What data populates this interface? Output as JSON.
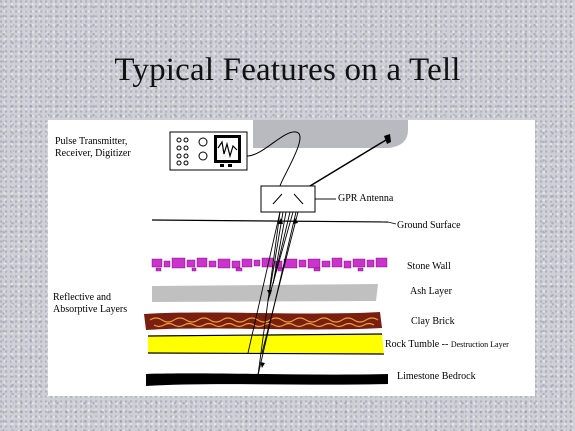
{
  "slide": {
    "title": "Typical Features on a Tell"
  },
  "diagram": {
    "equipment": {
      "line1": "Pulse Transmitter,",
      "line2": "Receiver, Digitizer"
    },
    "antenna": "GPR Antenna",
    "ground_surface": "Ground Surface",
    "side_note": {
      "line1": "Reflective and",
      "line2": "Absorptive Layers"
    },
    "layers": {
      "stone_wall": "Stone Wall",
      "ash": "Ash Layer",
      "clay_brick": "Clay Brick",
      "rock_tumble_main": "Rock Tumble -- ",
      "rock_tumble_sub": "Destruction Layer",
      "bedrock": "Limestone Bedrock"
    },
    "colors": {
      "stone_wall": "#cc33cc",
      "ash": "#c0c0c0",
      "clay_brick": "#7a1f0f",
      "clay_brick_speckle": "#e8a040",
      "rock_tumble": "#ffff00",
      "bedrock": "#000000"
    }
  }
}
